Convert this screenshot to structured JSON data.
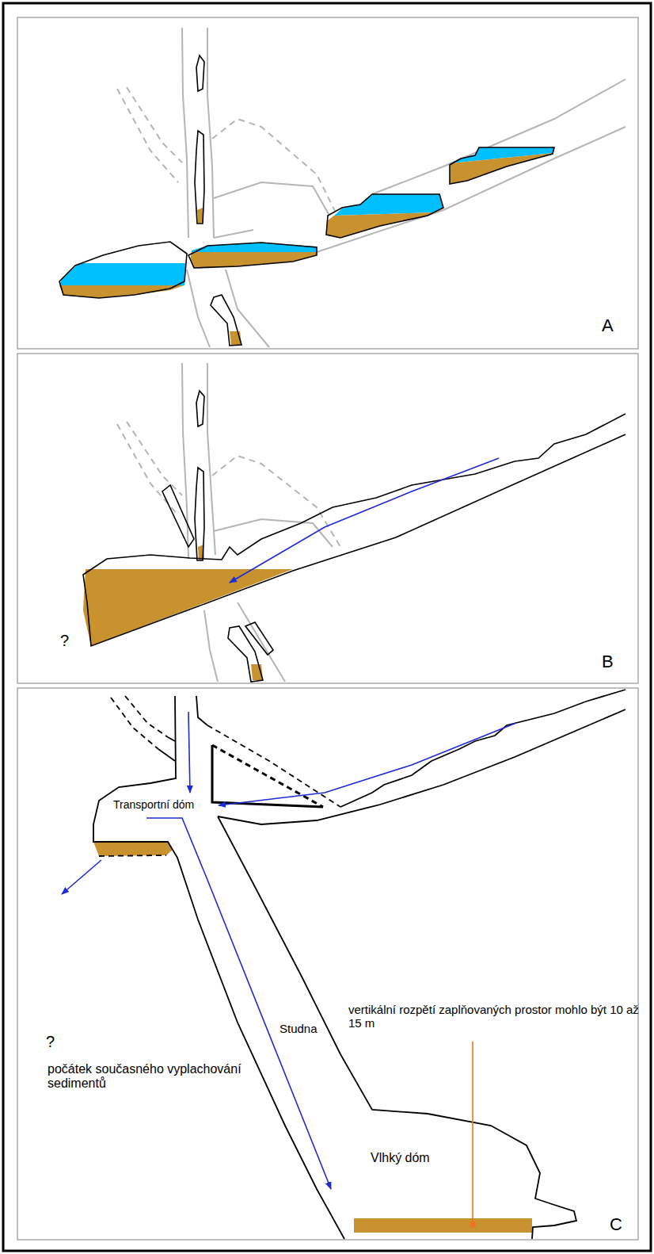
{
  "diagram": {
    "labels": [
      "A",
      "B",
      "?",
      "Transportní dóm",
      "?",
      "počátek současného vyplachování sedimentů",
      "Studna",
      "vertikální rozpětí zaplňovaných prostor mohlo být 10 až 15 m",
      "Vlhký dóm",
      "C"
    ]
  }
}
